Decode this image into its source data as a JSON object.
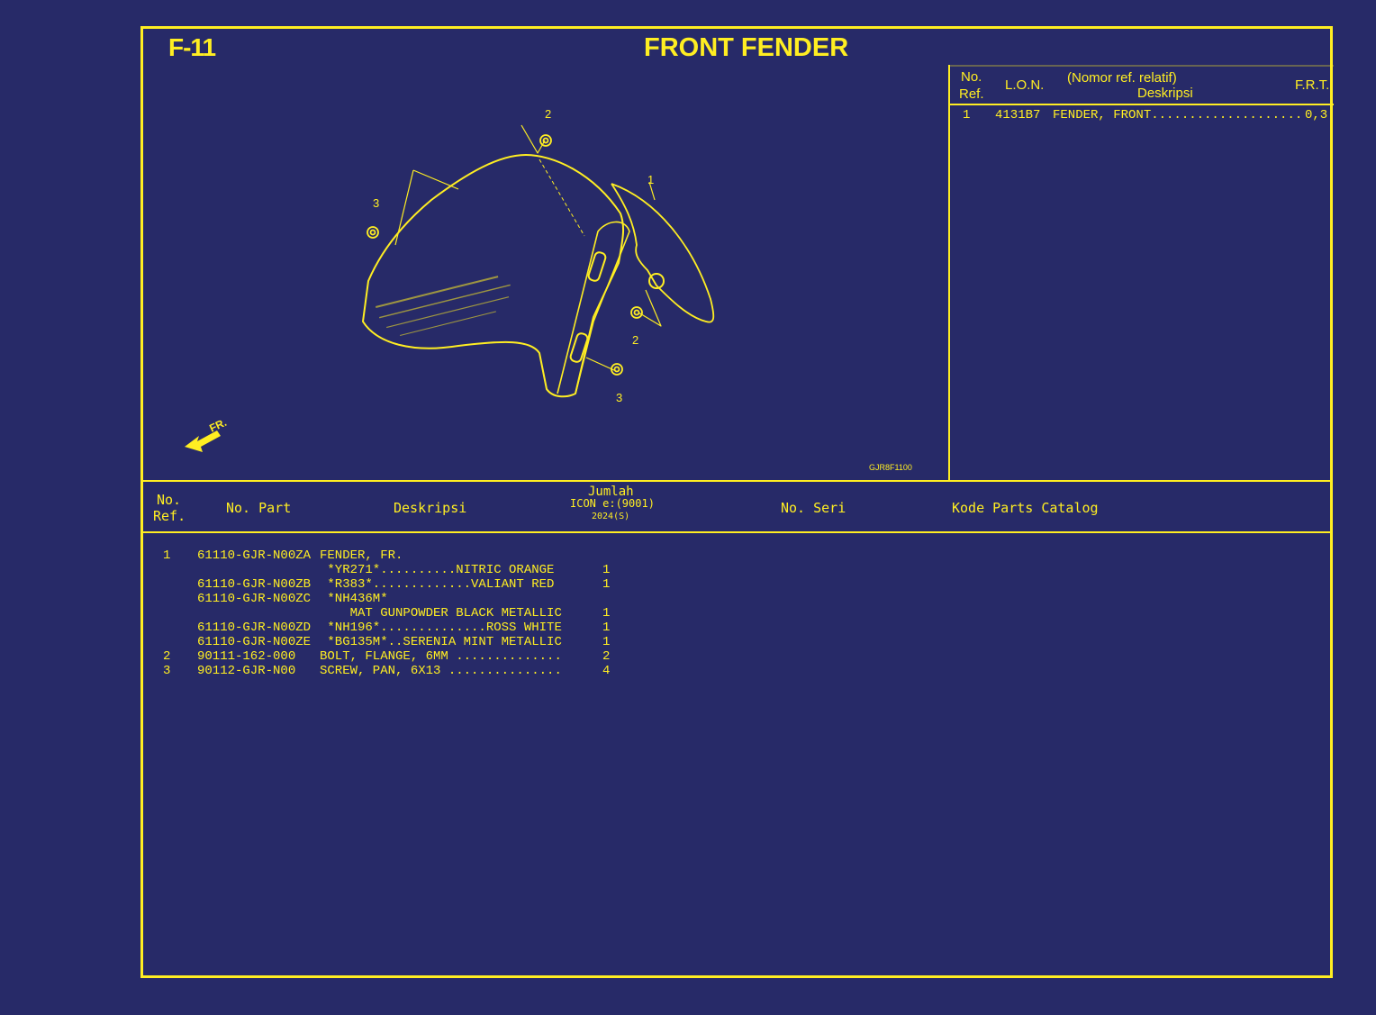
{
  "header": {
    "code": "F-11",
    "title": "FRONT FENDER"
  },
  "diagram": {
    "drawing_code": "GJR8F1100",
    "direction_label": "FR.",
    "callouts": [
      "1",
      "2",
      "2",
      "3",
      "3"
    ]
  },
  "ref_table": {
    "headers": {
      "no": "No.",
      "ref": "Ref.",
      "lon": "L.O.N.",
      "nomor": "(Nomor ref. relatif)",
      "desc": "Deskripsi",
      "frt": "F.R.T."
    },
    "rows": [
      {
        "no": "1",
        "lon": "4131B7",
        "desc": "FENDER, FRONT....................",
        "frt": "0,3"
      }
    ]
  },
  "parts_table": {
    "headers": {
      "no": "No.",
      "ref": "Ref.",
      "part": "No. Part",
      "desc": "Deskripsi",
      "jumlah": "Jumlah",
      "model": "ICON e:(9001)",
      "year": "2024(S)",
      "seri": "No. Seri",
      "catalog": "Kode Parts Catalog"
    },
    "rows": [
      {
        "ref": "1",
        "part": "61110-GJR-N00ZA",
        "desc": "FENDER, FR.",
        "qty": ""
      },
      {
        "ref": "",
        "part": "",
        "desc": " *YR271*..........NITRIC ORANGE",
        "qty": "1"
      },
      {
        "ref": "",
        "part": "61110-GJR-N00ZB",
        "desc": " *R383*.............VALIANT RED",
        "qty": "1"
      },
      {
        "ref": "",
        "part": "61110-GJR-N00ZC",
        "desc": " *NH436M*",
        "qty": ""
      },
      {
        "ref": "",
        "part": "",
        "desc": "    MAT GUNPOWDER BLACK METALLIC",
        "qty": "1"
      },
      {
        "ref": "",
        "part": "61110-GJR-N00ZD",
        "desc": " *NH196*..............ROSS WHITE",
        "qty": "1"
      },
      {
        "ref": "",
        "part": "61110-GJR-N00ZE",
        "desc": " *BG135M*..SERENIA MINT METALLIC",
        "qty": "1"
      },
      {
        "ref": "2",
        "part": "90111-162-000",
        "desc": "BOLT, FLANGE, 6MM ..............",
        "qty": "2"
      },
      {
        "ref": "3",
        "part": "90112-GJR-N00",
        "desc": "SCREW, PAN, 6X13 ...............",
        "qty": "4"
      }
    ]
  },
  "colors": {
    "background": "#272a68",
    "line": "#ffee22"
  }
}
